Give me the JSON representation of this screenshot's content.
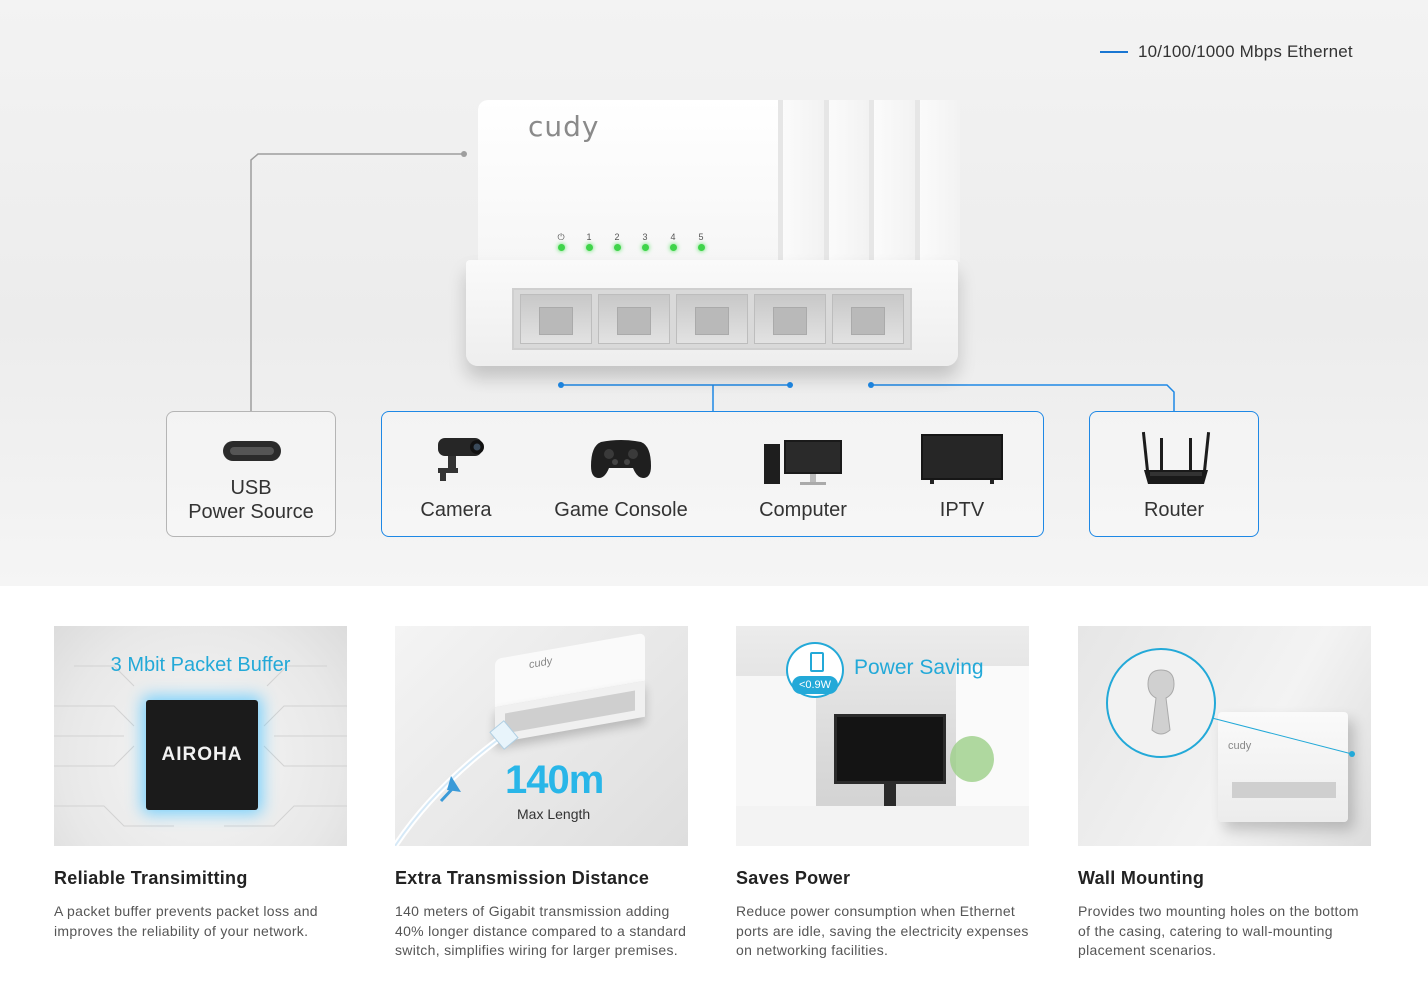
{
  "legend": {
    "label": "10/100/1000 Mbps Ethernet",
    "color": "#1976d2"
  },
  "switch": {
    "brand": "cudy",
    "led_labels": [
      "⏻",
      "1",
      "2",
      "3",
      "4",
      "5"
    ],
    "port_count": 5
  },
  "power": {
    "line1": "USB",
    "line2": "Power Source",
    "icon": "usb-c-port-icon"
  },
  "devices": [
    {
      "label": "Camera",
      "icon": "camera-icon"
    },
    {
      "label": "Game Console",
      "icon": "game-controller-icon"
    },
    {
      "label": "Computer",
      "icon": "computer-icon"
    },
    {
      "label": "IPTV",
      "icon": "tv-icon"
    }
  ],
  "router": {
    "label": "Router",
    "icon": "router-icon"
  },
  "features": [
    {
      "image_caption": "3 Mbit Packet Buffer",
      "chip": "AIROHA",
      "title": "Reliable Transimitting",
      "desc": "A packet buffer prevents packet loss and improves the reliability of your network."
    },
    {
      "image_brand": "cudy",
      "image_big": "140m",
      "image_small": "Max Length",
      "title": "Extra Transmission Distance",
      "desc": "140 meters of Gigabit transmission adding 40% longer distance compared to a standard switch, simplifies wiring for larger premises."
    },
    {
      "image_caption": "Power Saving",
      "badge": "<0.9W",
      "title": "Saves Power",
      "desc": "Reduce power consumption when Ethernet ports are idle, saving the electricity expenses on networking facilities."
    },
    {
      "image_brand": "cudy",
      "title": "Wall Mounting",
      "desc": "Provides two mounting holes on the bottom of the casing, catering to wall-mounting placement scenarios."
    }
  ],
  "colors": {
    "accent": "#1e88e5",
    "led": "#3fd44a",
    "cyan": "#23a9d8"
  }
}
